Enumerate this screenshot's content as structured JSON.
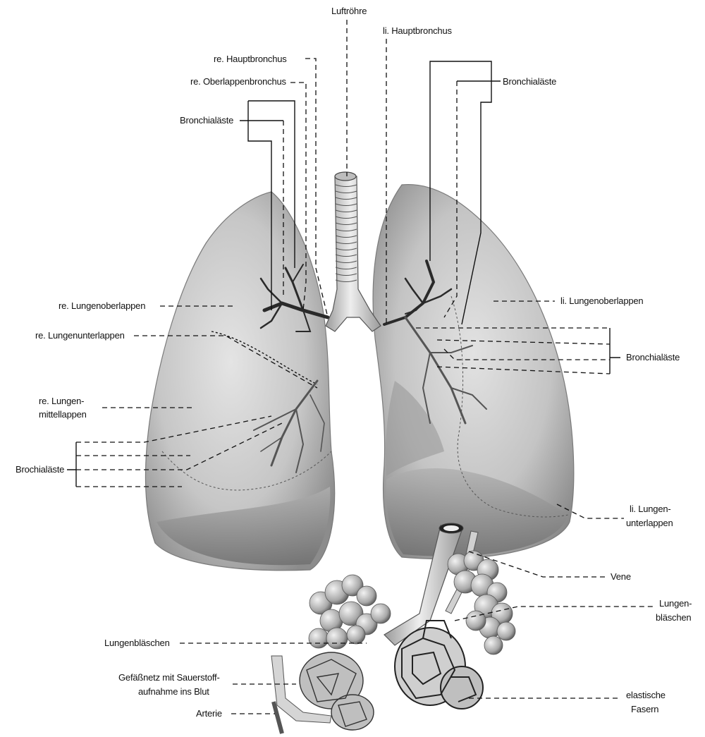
{
  "labels": {
    "trachea": "Luftröhre",
    "left_main_bronchus": "li. Hauptbronchus",
    "right_main_bronchus": "re. Hauptbronchus",
    "right_upper_lobe_bronchus": "re. Oberlappenbronchus",
    "bronchial_branches_top_right": "Bronchialäste",
    "bronchial_branches_top_left": "Bronchialäste",
    "right_upper_lobe": "re. Lungenoberlappen",
    "left_upper_lobe": "li. Lungenoberlappen",
    "right_lower_lobe": "re. Lungenunterlappen",
    "bronchial_branches_left_lung": "Bronchialäste",
    "right_middle_lobe_line1": "re. Lungen-",
    "right_middle_lobe_line2": "mittellappen",
    "bronchial_branches_right_lung": "Brochialäste",
    "left_lower_lobe_line1": "li. Lungen-",
    "left_lower_lobe_line2": "unterlappen",
    "vein": "Vene",
    "alveoli_right_line1": "Lungen-",
    "alveoli_right_line2": "bläschen",
    "alveoli_left": "Lungenbläschen",
    "capillary_net_line1": "Gefäßnetz mit Sauerstoff-",
    "capillary_net_line2": "aufnahme ins Blut",
    "artery": "Arterie",
    "elastic_fibers_line1": "elastische",
    "elastic_fibers_line2": "Fasern"
  },
  "colors": {
    "lung_fill": "#c9c9c9",
    "lung_shadow": "#8f8f8f",
    "lung_highlight": "#e6e6e6",
    "airway": "#d8d8d8",
    "bronchi_dark": "#2a2a2a",
    "leader_line": "#111111"
  }
}
